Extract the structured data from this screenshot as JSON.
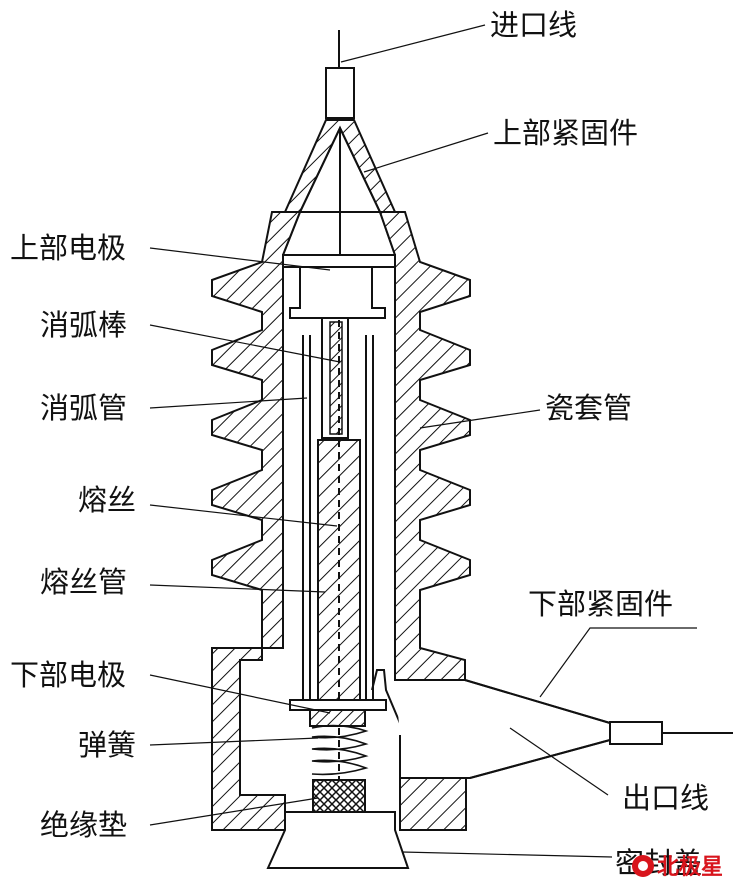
{
  "labels": {
    "inlet_wire": "进口线",
    "upper_fastener": "上部紧固件",
    "upper_electrode": "上部电极",
    "arc_rod": "消弧棒",
    "arc_tube": "消弧管",
    "porcelain_sleeve": "瓷套管",
    "fuse": "熔丝",
    "fuse_tube": "熔丝管",
    "lower_fastener": "下部紧固件",
    "lower_electrode": "下部电极",
    "spring": "弹簧",
    "outlet_wire": "出口线",
    "insulating_pad": "绝缘垫",
    "sealing_cap": "密封盖"
  },
  "watermark": "北极星"
}
